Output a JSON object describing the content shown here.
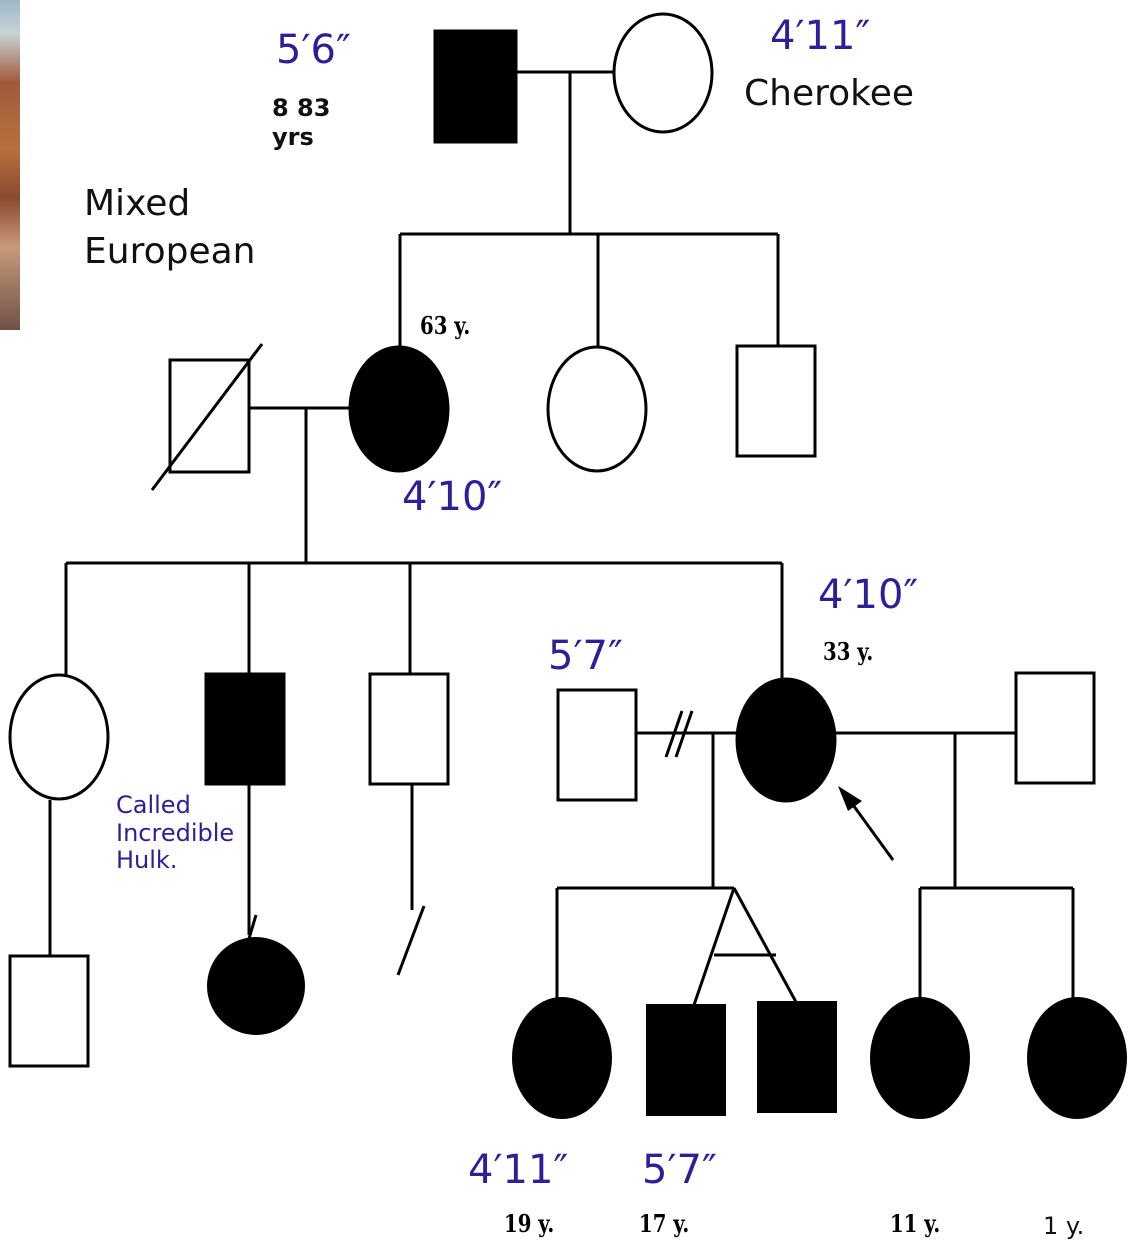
{
  "labels": {
    "grandfather_height": "5′6″",
    "grandfather_age": "8 83",
    "grandfather_age_unit": "yrs",
    "grandmother_height": "4′11″",
    "grandmother_ethnicity": "Cherokee",
    "grandfather_ethnicity_line1": "Mixed",
    "grandfather_ethnicity_line2": "European",
    "mother_age": "63 y.",
    "mother_height": "4′10″",
    "proband_height": "4′10″",
    "proband_age": "33 y.",
    "ex_husband_height": "5′7″",
    "hulk_note": "Called Incredible Hulk.",
    "child1_height": "4′11″",
    "twin_height": "5′7″",
    "child1_age": "19 y.",
    "twin_age": "17 y.",
    "child4_age": "11 y.",
    "child5_age": "1 y."
  },
  "colors": {
    "annotation": "#2e1f99",
    "affected_fill": "#000000",
    "unaffected_fill": "#ffffff",
    "line": "#000000"
  }
}
